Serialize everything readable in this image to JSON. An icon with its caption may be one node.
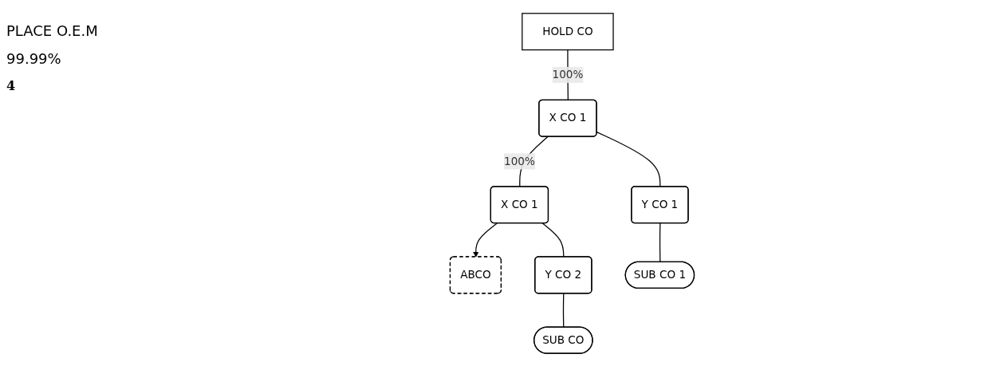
{
  "diagram": {
    "nodes": [
      {
        "text": [
          "HOLD CO"
        ]
      },
      {
        "text": [
          "X CO 1"
        ]
      },
      {
        "text": [
          "X CO 1"
        ]
      },
      {
        "text": [
          "ABCO"
        ]
      },
      {
        "text": [
          "Y CO 1"
        ]
      },
      {
        "text": [
          "Y CO 2"
        ]
      },
      {
        "text": [
          "SUB CO 1"
        ]
      },
      {
        "text": [
          "SUB CO"
        ]
      }
    ],
    "edges": [
      {
        "from": 0,
        "to": 1,
        "arrow": "none",
        "label": "100%"
      },
      {
        "from": 1,
        "to": 2,
        "arrow": "none",
        "label": "100%"
      },
      {
        "from": 2,
        "to": 3,
        "arrow": "to"
      },
      {
        "from": 1,
        "to": 4,
        "arrow": "none"
      },
      {
        "from": 2,
        "to": 5,
        "arrow": "none"
      },
      {
        "from": 4,
        "to": 6,
        "arrow": "none"
      },
      {
        "from": 5,
        "to": 7,
        "arrow": "none"
      }
    ],
    "labels": [
      "PLACE O.E.M",
      "99.99%",
      "4"
    ]
  }
}
